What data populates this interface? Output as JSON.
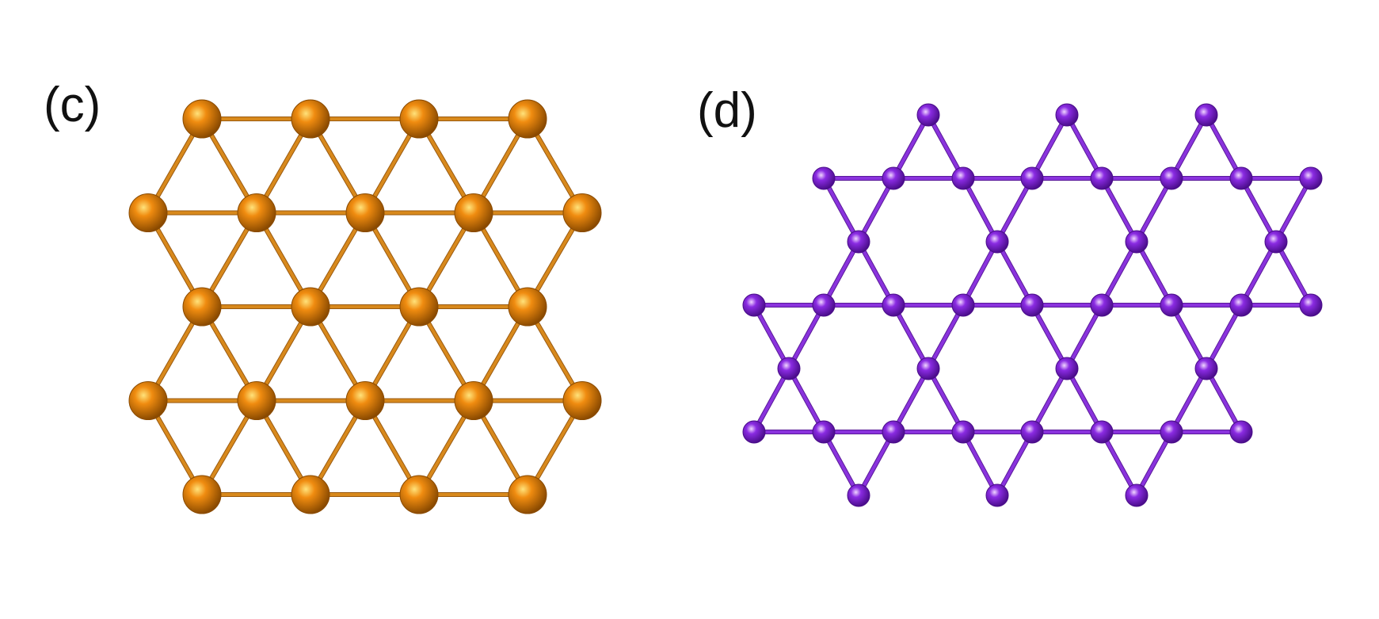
{
  "panels": [
    {
      "label": "(c)",
      "lattice": "triangular",
      "colors": {
        "atom": "#f08c10",
        "atom_highlight": "#ffe27a",
        "atom_shade": "#8a4a00",
        "bond": "#d8891c",
        "bond_shade": "#9a5a10"
      },
      "rows": 5,
      "atoms_per_row": [
        4,
        5,
        4,
        5,
        4
      ]
    },
    {
      "label": "(d)",
      "lattice": "kagome",
      "colors": {
        "atom": "#8a2be2",
        "atom_highlight": "#f0d6ff",
        "atom_shade": "#4a0d8a",
        "bond": "#8a33dd",
        "bond_shade": "#5a1a9a"
      },
      "rows": 7,
      "atoms_per_row": [
        3,
        8,
        4,
        9,
        4,
        8,
        3
      ]
    }
  ]
}
